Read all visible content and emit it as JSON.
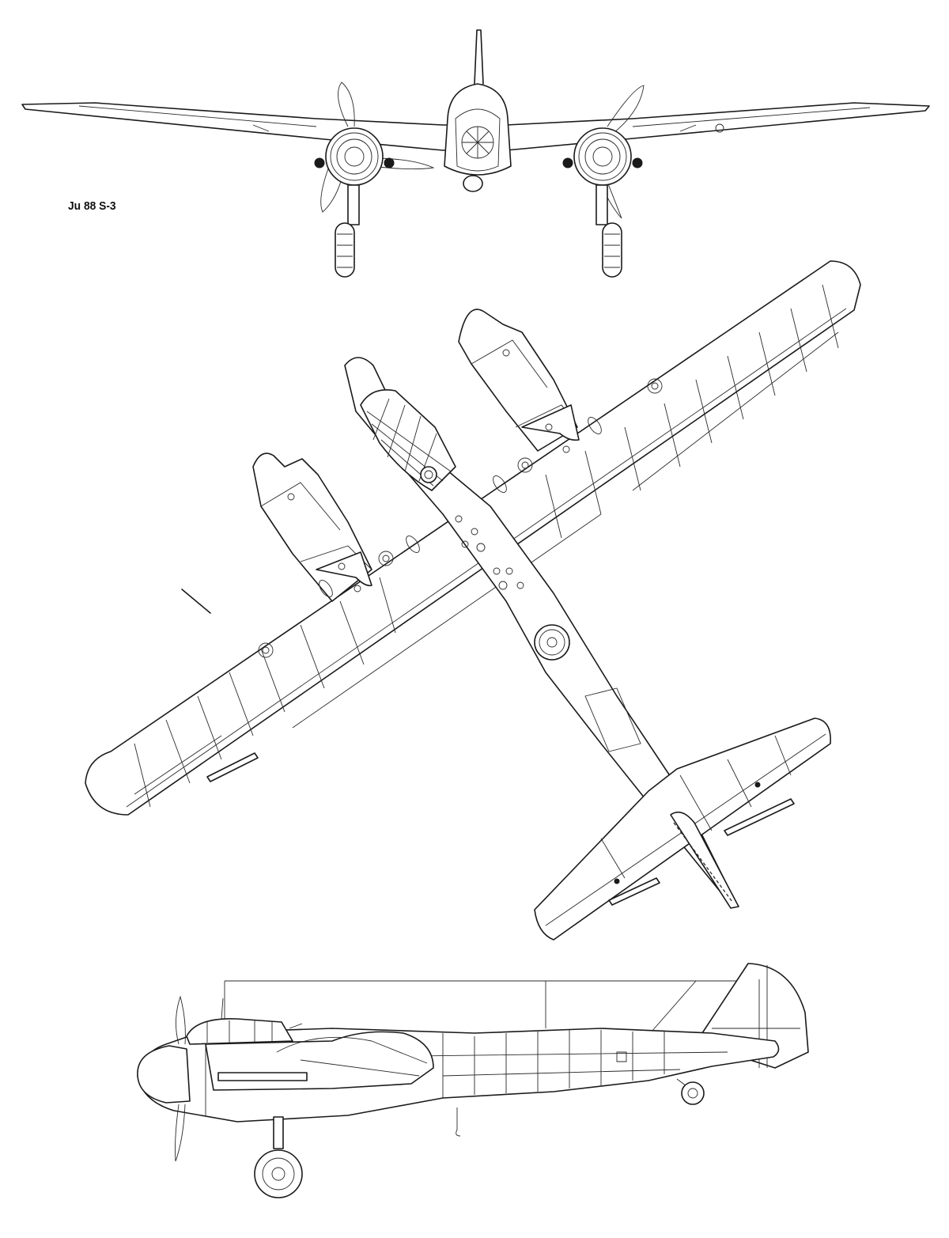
{
  "drawing": {
    "model_label": "Ju 88 S-3",
    "views": [
      "front-view",
      "top-view",
      "side-view"
    ]
  },
  "colors": {
    "ink": "#1a1a1a",
    "paper": "#ffffff"
  }
}
